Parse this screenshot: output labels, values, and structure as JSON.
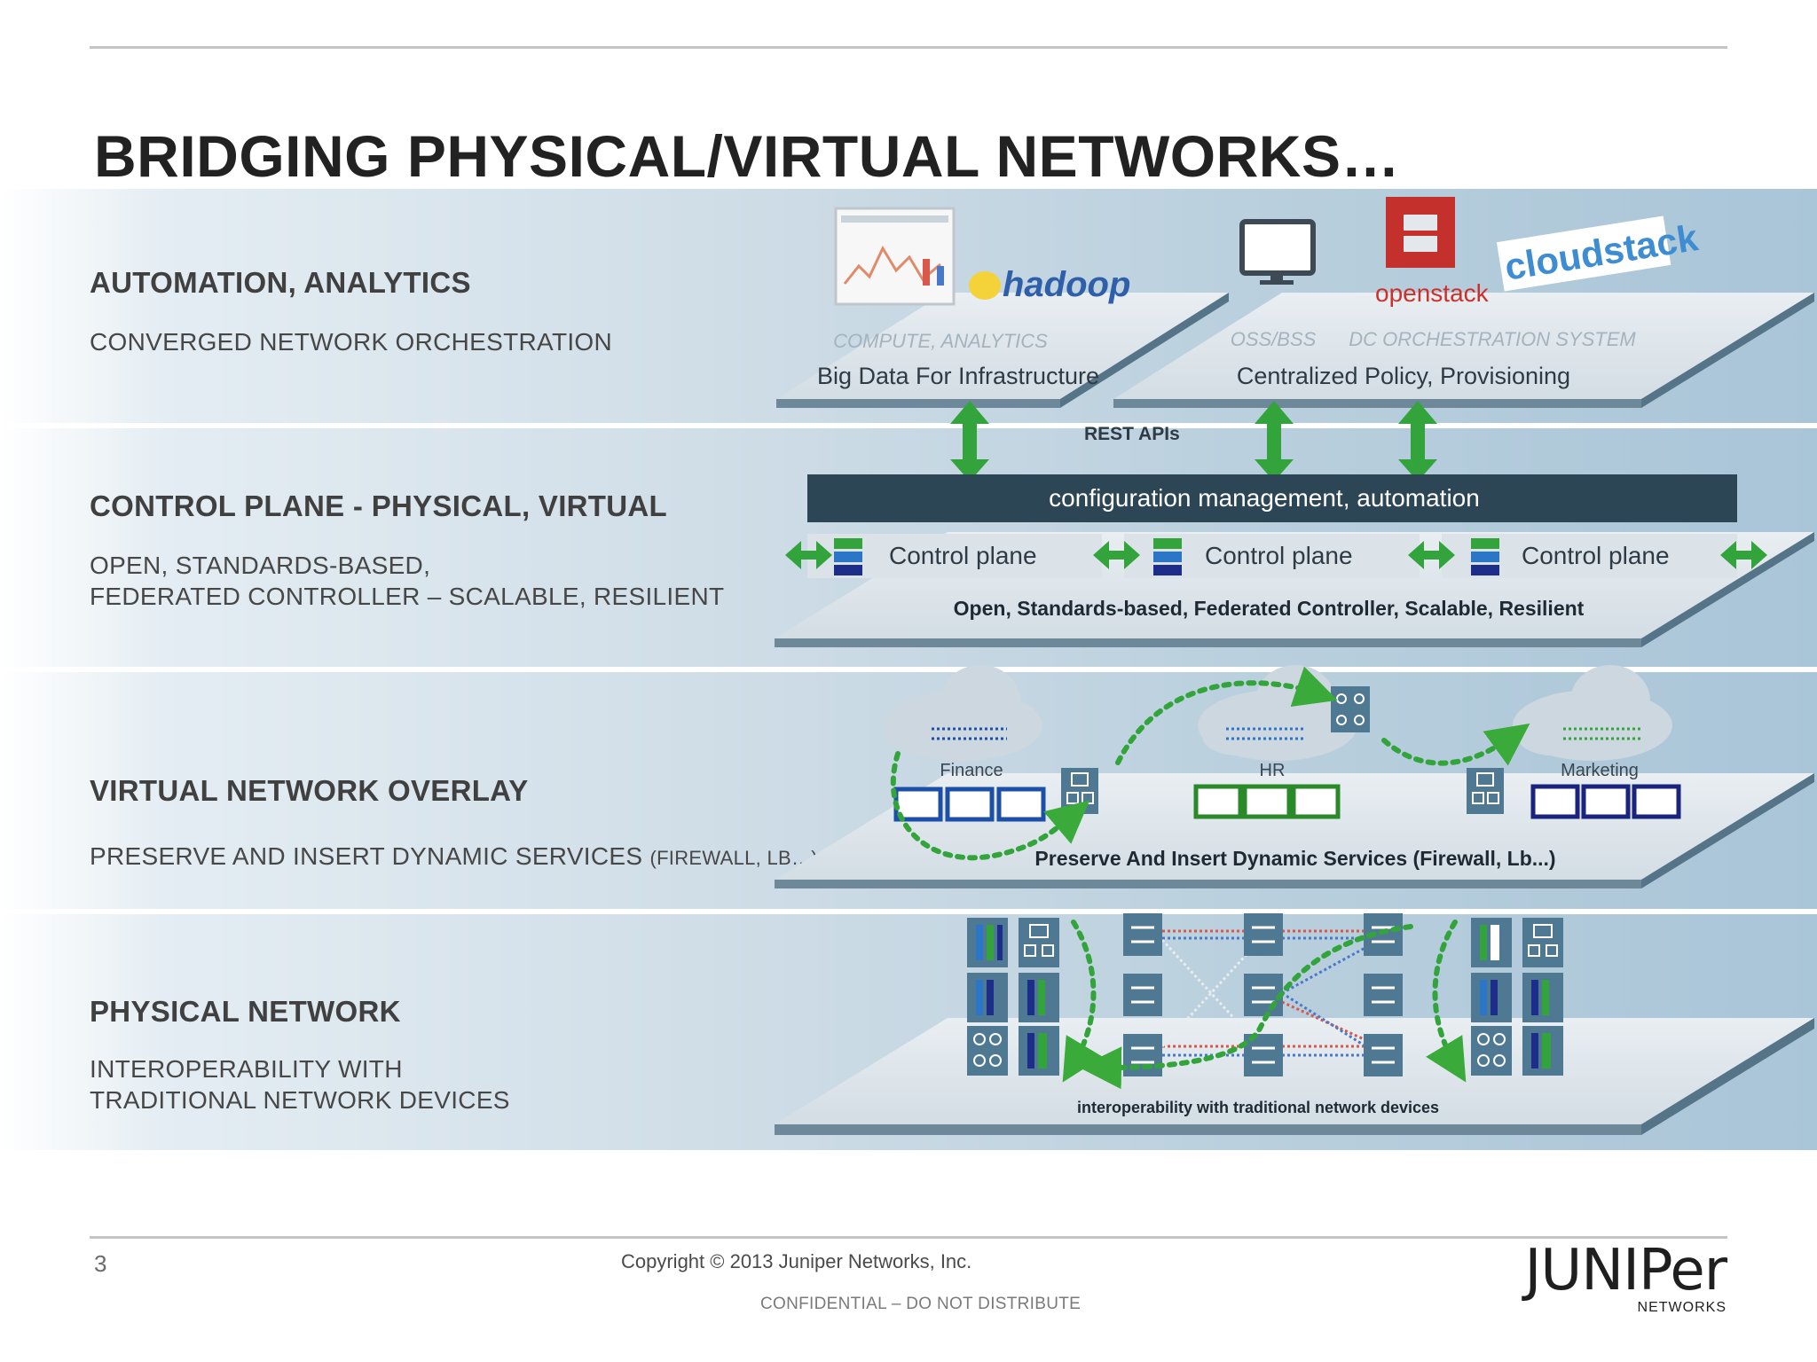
{
  "title": "BRIDGING PHYSICAL/VIRTUAL NETWORKS…",
  "layers": [
    {
      "heading": "AUTOMATION, ANALYTICS",
      "sub": [
        "CONVERGED NETWORK ORCHESTRATION"
      ]
    },
    {
      "heading": "CONTROL PLANE - PHYSICAL, VIRTUAL",
      "sub": [
        "OPEN, STANDARDS-BASED,",
        "FEDERATED CONTROLLER – SCALABLE, RESILIENT"
      ]
    },
    {
      "heading": "VIRTUAL NETWORK OVERLAY",
      "sub_main": "PRESERVE AND INSERT DYNAMIC SERVICES ",
      "sub_small": "(FIREWALL, LB…)"
    },
    {
      "heading": "PHYSICAL NETWORK",
      "sub": [
        "INTEROPERABILITY WITH",
        "TRADITIONAL NETWORK DEVICES"
      ]
    }
  ],
  "diagram": {
    "automation": {
      "hadoop_logo": "hadoop",
      "openstack_logo": "openstack",
      "cloudstack_logo": "cloudstack",
      "left_caption": "COMPUTE, ANALYTICS",
      "left_label": "Big Data For Infrastructure",
      "oss_caption": "OSS/BSS",
      "dc_caption": "DC ORCHESTRATION SYSTEM",
      "right_label": "Centralized Policy, Provisioning"
    },
    "rest_apis": "REST APIs",
    "config_bar": "configuration management, automation",
    "control_planes": [
      "Control plane",
      "Control plane",
      "Control plane"
    ],
    "control_caption": "Open, Standards-based, Federated Controller, Scalable, Resilient",
    "overlay": {
      "groups": [
        {
          "label": "Finance",
          "color": "#1c4fa8"
        },
        {
          "label": "HR",
          "color": "#2a8a2a"
        },
        {
          "label": "Marketing",
          "color": "#1a237e"
        }
      ],
      "caption": "Preserve And Insert Dynamic Services (Firewall, Lb...)"
    },
    "physical_caption": "interoperability with traditional network devices",
    "colors": {
      "arrow": "#3aaa3a",
      "bar": "#2c4656",
      "platform": "#e3e9ee",
      "platform_edge": "#5e7d90"
    }
  },
  "footer": {
    "page_number": "3",
    "copyright": "Copyright © 2013 Juniper Networks, Inc.",
    "confidential": "CONFIDENTIAL – DO NOT DISTRIBUTE",
    "logo_main": "JUNIPer",
    "logo_sub": "NETWORKS"
  }
}
